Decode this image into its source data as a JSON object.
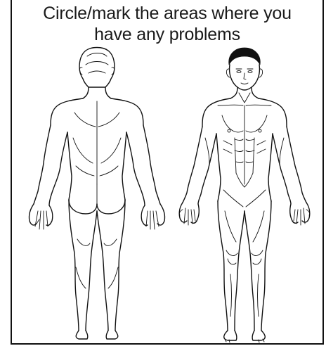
{
  "instruction": {
    "line1": "Circle/mark the areas where you",
    "line2": "have any problems"
  },
  "figures": {
    "back_view": "body-outline-back",
    "front_view": "body-outline-front"
  }
}
